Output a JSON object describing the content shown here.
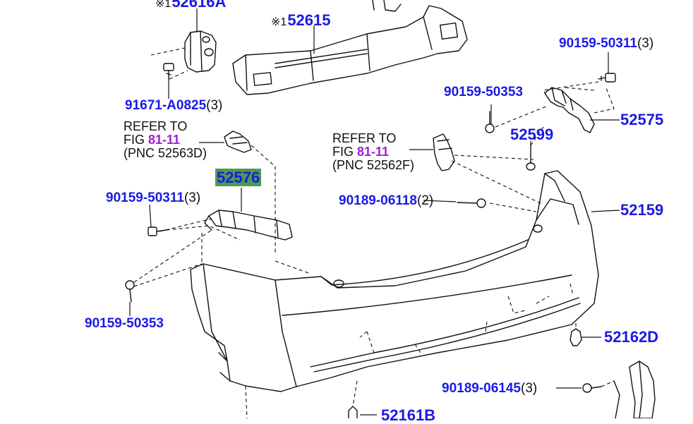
{
  "accent_color": "#1a1ae6",
  "fig_link_color": "#9b1fd6",
  "highlight_color": "#4e9a4e",
  "labels": {
    "p52616a": {
      "asterisk": "※1",
      "pn": "52616A",
      "qty": ""
    },
    "p52615": {
      "asterisk": "※1",
      "pn": "52615",
      "qty": ""
    },
    "p90159_50311_top": {
      "pn": "90159-50311",
      "qty": "(3)"
    },
    "p91671_a0825": {
      "pn": "91671-A0825",
      "qty": "(3)"
    },
    "p90159_50353_right": {
      "pn": "90159-50353",
      "qty": ""
    },
    "p52575": {
      "pn": "52575",
      "qty": ""
    },
    "p52599": {
      "pn": "52599",
      "qty": ""
    },
    "p52576": {
      "pn": "52576",
      "qty": ""
    },
    "p90159_50311_left": {
      "pn": "90159-50311",
      "qty": "(3)"
    },
    "p90189_06118": {
      "pn": "90189-06118",
      "qty": "(2)"
    },
    "p52159": {
      "pn": "52159",
      "qty": ""
    },
    "p90159_50353_left": {
      "pn": "90159-50353",
      "qty": ""
    },
    "p52162d": {
      "pn": "52162D",
      "qty": ""
    },
    "p90189_06145": {
      "pn": "90189-06145",
      "qty": "(3)"
    },
    "p52161b": {
      "pn": "52161B",
      "qty": ""
    }
  },
  "refs": [
    {
      "line1": "REFER TO",
      "fig_prefix": "FIG ",
      "fig": "81-11",
      "line3": "(PNC 52563D)"
    },
    {
      "line1": "REFER TO",
      "fig_prefix": "FIG ",
      "fig": "81-11",
      "line3": "(PNC 52562F)"
    }
  ]
}
